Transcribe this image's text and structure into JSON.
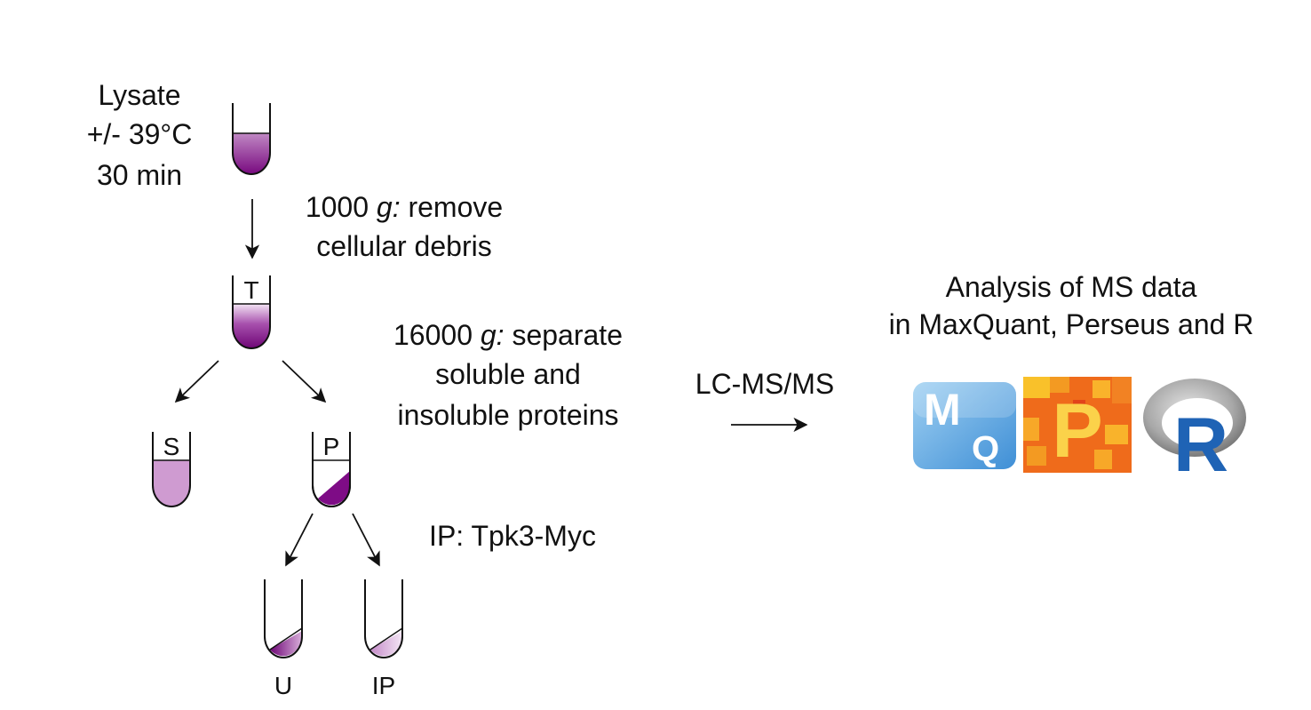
{
  "lysate": {
    "line1": "Lysate",
    "line2": "+/- 39°C",
    "line3": "30 min"
  },
  "step1": {
    "prefix": "1000 ",
    "g": "g:",
    "rest": " remove",
    "line2": "cellular debris"
  },
  "step2": {
    "prefix": "16000 ",
    "g": "g:",
    "rest": " separate",
    "line2": "soluble and",
    "line3": "insoluble proteins"
  },
  "step3": {
    "label": "IP: Tpk3-Myc"
  },
  "ms": {
    "label": "LC-MS/MS"
  },
  "analysis": {
    "line1": "Analysis of MS data",
    "line2": "in MaxQuant, Perseus and R"
  },
  "tubes": {
    "total": "T",
    "soluble": "S",
    "pellet": "P",
    "unbound": "U",
    "ip": "IP"
  },
  "logos": {
    "maxquant_m": "M",
    "maxquant_q": "Q",
    "perseus": "P",
    "r": "R"
  },
  "colors": {
    "dark_purple": "#7e0c86",
    "light_purple": "#cf9bd1",
    "r_blue": "#1f63b5",
    "perseus_orange": "#ee6a1c"
  }
}
